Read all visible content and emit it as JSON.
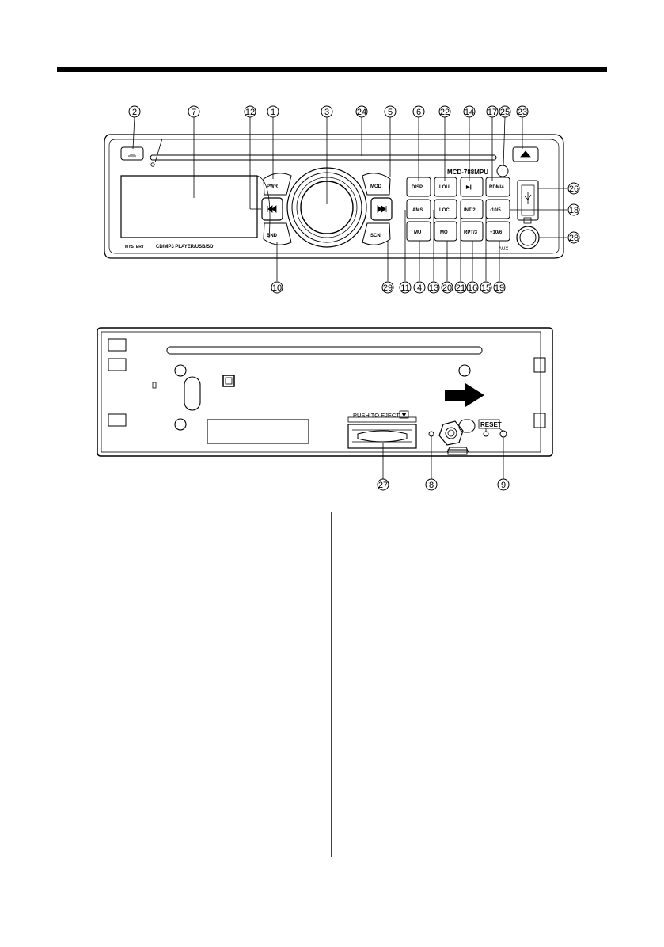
{
  "front_panel": {
    "brand": "MYSTERY",
    "feature_text": "CD/MP3 PLAYER/USB/SD",
    "model": "MCD-788MPU",
    "aux_label": "AUX",
    "buttons": {
      "pwr": "PWR",
      "bnd": "BND",
      "mod": "MOD",
      "scn": "SCN",
      "disp": "DISP",
      "ams": "AMS",
      "mu": "MU",
      "lou": "LOU",
      "loc": "LOC",
      "mo": "MO",
      "play": "▶||",
      "int": "INT/2",
      "rpt": "RPT/3",
      "rdm": "RDM/4",
      "minus10": "-10/5",
      "plus10": "+10/6"
    },
    "callouts_top": [
      "2",
      "7",
      "12",
      "1",
      "3",
      "24",
      "5",
      "6",
      "22",
      "14",
      "17",
      "25",
      "23"
    ],
    "callouts_right": [
      "26",
      "18",
      "28"
    ],
    "callouts_bottom": [
      "10",
      "29",
      "11",
      "4",
      "13",
      "20",
      "21",
      "16",
      "15",
      "19"
    ]
  },
  "rear_panel": {
    "push_to_eject": "PUSH TO EJECT",
    "reset": "RESET",
    "callouts": [
      "27",
      "8",
      "9"
    ]
  }
}
